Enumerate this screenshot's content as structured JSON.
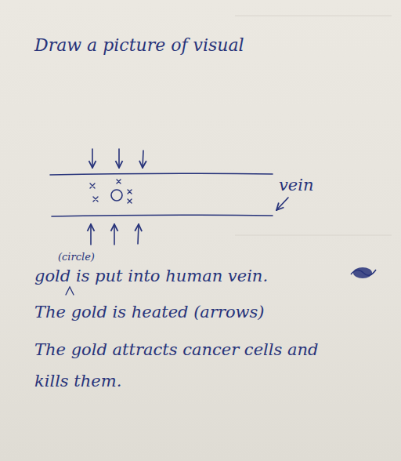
{
  "diagram": {
    "title": "Draw a picture of visual",
    "labels": [
      "vein",
      "(circle)",
      "gold is put into human vein.",
      "The gold is heated (arrows)",
      "The gold attracts cancer cells and kills them."
    ]
  }
}
